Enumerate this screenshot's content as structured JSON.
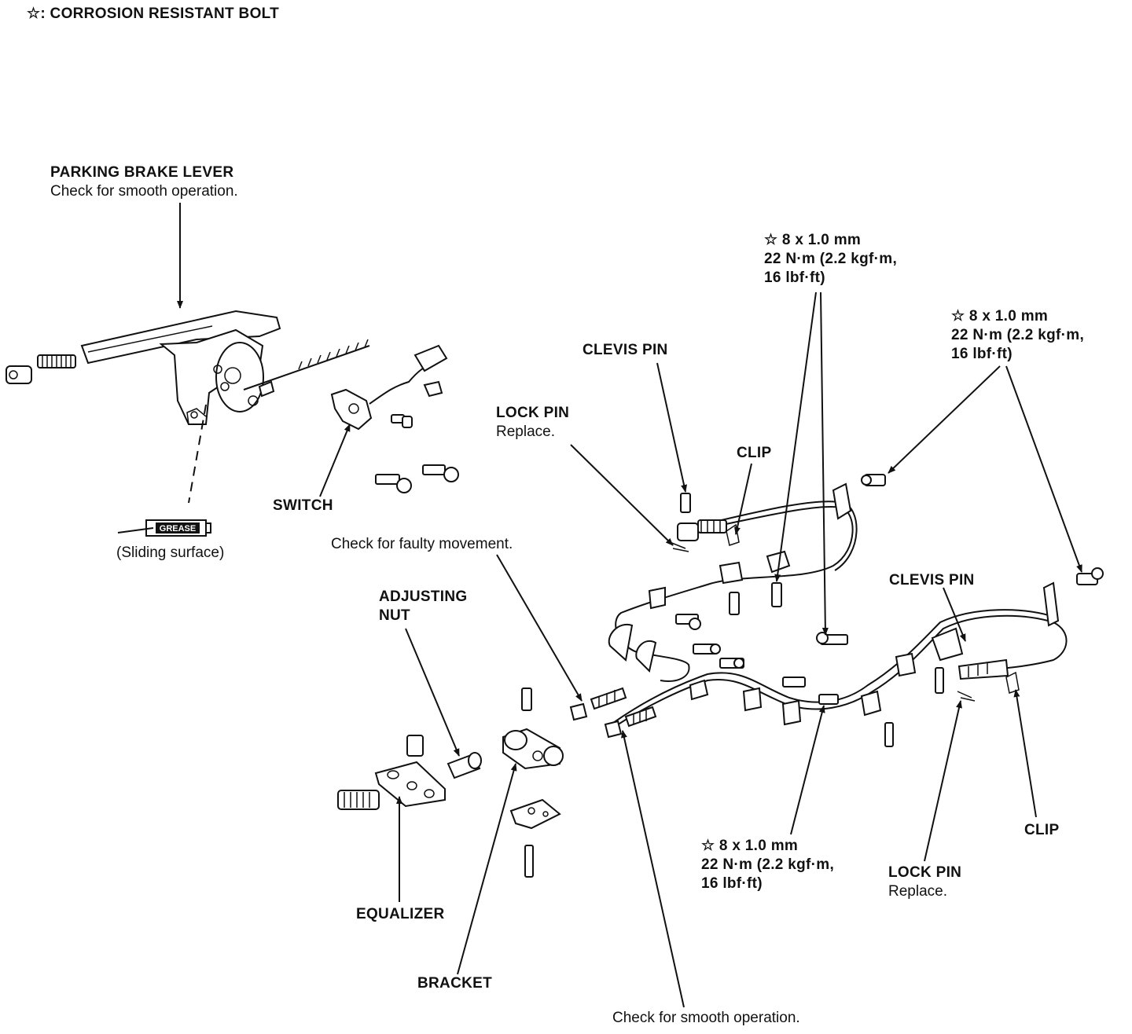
{
  "legend": {
    "symbol": "☆",
    "text": ": CORROSION RESISTANT BOLT"
  },
  "labels": {
    "parking_brake_lever": "PARKING BRAKE LEVER",
    "parking_brake_lever_note": "Check for smooth operation.",
    "grease": "GREASE",
    "sliding_surface": "(Sliding surface)",
    "switch": "SWITCH",
    "check_faulty": "Check for faulty movement.",
    "adjusting_nut_1": "ADJUSTING",
    "adjusting_nut_2": "NUT",
    "equalizer": "EQUALIZER",
    "bracket": "BRACKET",
    "check_smooth_bottom": "Check for smooth operation.",
    "clevis_pin_top": "CLEVIS PIN",
    "lock_pin_top": "LOCK PIN",
    "lock_pin_top_note": "Replace.",
    "clip_top": "CLIP",
    "clevis_pin_right": "CLEVIS PIN",
    "lock_pin_bottom": "LOCK PIN",
    "lock_pin_bottom_note": "Replace.",
    "clip_bottom": "CLIP"
  },
  "torque_specs": [
    {
      "size": "☆ 8 x 1.0 mm",
      "torque": "22 N·m (2.2 kgf·m,",
      "imperial": "16 lbf·ft)"
    },
    {
      "size": "☆ 8 x 1.0 mm",
      "torque": "22 N·m (2.2 kgf·m,",
      "imperial": "16 lbf·ft)"
    },
    {
      "size": "☆ 8 x 1.0 mm",
      "torque": "22 N·m (2.2 kgf·m,",
      "imperial": "16 lbf·ft)"
    }
  ]
}
